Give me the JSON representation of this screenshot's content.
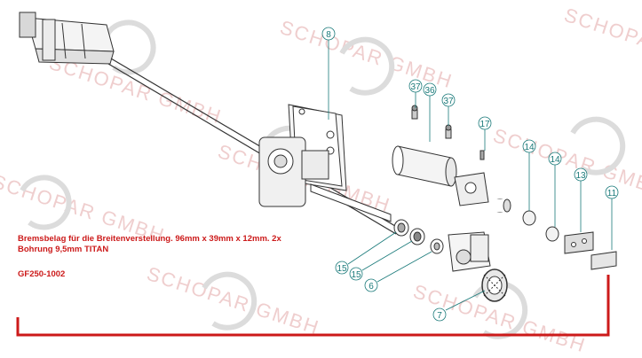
{
  "watermark": "SCHOPAR GMBH",
  "description_text": "Bremsbelag für die Breitenverstellung. 96mm x 39mm x 12mm. 2x Bohrung 9,5mm TITAN",
  "part_code": "GF250-1002",
  "callouts": [
    {
      "label": "8"
    },
    {
      "label": "37"
    },
    {
      "label": "36"
    },
    {
      "label": "37"
    },
    {
      "label": "17"
    },
    {
      "label": "14"
    },
    {
      "label": "14"
    },
    {
      "label": "13"
    },
    {
      "label": "11"
    },
    {
      "label": "15"
    },
    {
      "label": "15"
    },
    {
      "label": "6"
    },
    {
      "label": "7"
    }
  ],
  "colors": {
    "highlight": "#cc1a1a",
    "callout": "#1a7a7a",
    "watermark": "#e3a7a7",
    "line": "#333333"
  }
}
